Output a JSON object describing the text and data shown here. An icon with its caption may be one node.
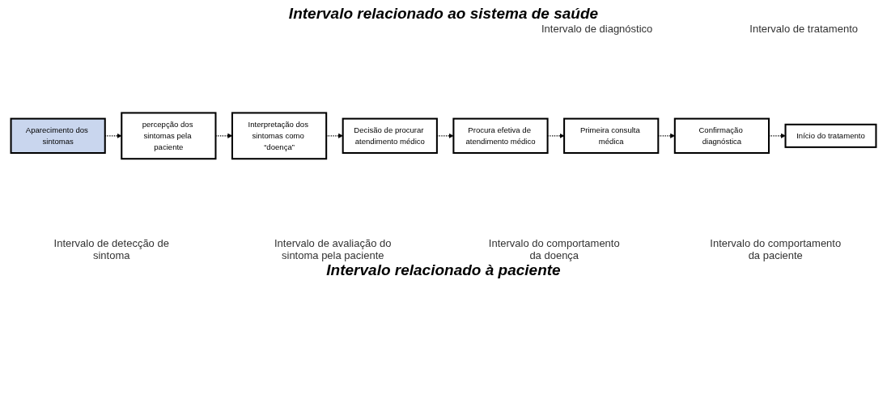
{
  "diagram": {
    "nodes": [
      {
        "text": [
          "Aparecimento dos sintomas"
        ]
      },
      {
        "text": [
          "percepção dos sintomas pela paciente"
        ]
      },
      {
        "text": [
          "Interpretação dos sintomas como “doença”"
        ]
      },
      {
        "text": [
          "Decisão de procurar atendimento médico"
        ]
      },
      {
        "text": [
          "Procura efetiva de atendimento médico"
        ]
      },
      {
        "text": [
          "Primeira consulta médica"
        ]
      },
      {
        "text": [
          "Confirmação diagnóstica"
        ]
      },
      {
        "text": [
          "Início do tratamento"
        ]
      }
    ],
    "edges": [
      {
        "from": 0,
        "to": 1,
        "arrow": "to",
        "style": "dashed"
      },
      {
        "from": 1,
        "to": 2,
        "arrow": "to",
        "style": "dashed"
      },
      {
        "from": 2,
        "to": 3,
        "arrow": "to",
        "style": "dashed"
      },
      {
        "from": 3,
        "to": 4,
        "arrow": "to",
        "style": "dashed"
      },
      {
        "from": 4,
        "to": 5,
        "arrow": "to",
        "style": "dashed"
      },
      {
        "from": 5,
        "to": 6,
        "arrow": "to",
        "style": "dashed"
      },
      {
        "from": 6,
        "to": 7,
        "arrow": "to",
        "style": "dashed"
      }
    ],
    "labels": [
      "Intervalo relacionado ao sistema de saúde",
      "Intervalo de diagnóstico",
      "Intervalo de tratamento",
      "Intervalo de detecção de sintoma",
      "Intervalo de avaliação do sintoma pela paciente",
      "Intervalo do comportamento da doença",
      "Intervalo do comportamento da paciente",
      "Intervalo relacionado à paciente"
    ]
  }
}
